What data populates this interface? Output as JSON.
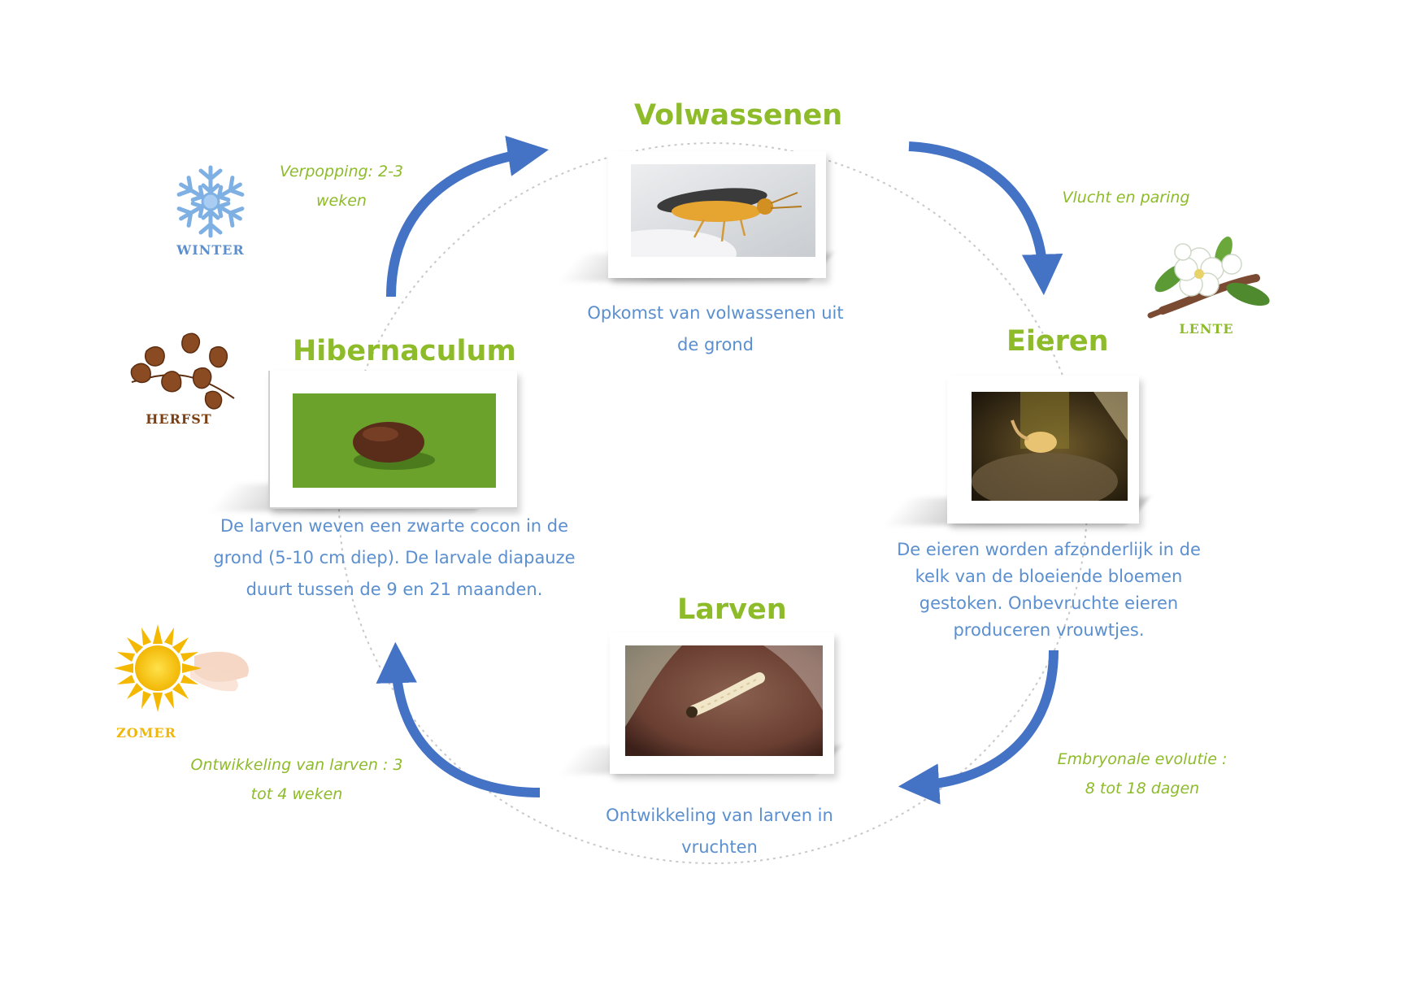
{
  "stages": {
    "volwassenen": {
      "title": "Volwassenen",
      "desc_lines": [
        "Opkomst van volwassenen uit",
        "de grond"
      ]
    },
    "eieren": {
      "title": "Eieren",
      "desc_lines": [
        "De eieren worden afzonderlijk in de",
        "kelk van de bloeiende bloemen",
        "gestoken. Onbevruchte eieren",
        "produceren vrouwtjes."
      ]
    },
    "larven": {
      "title": "Larven",
      "desc_lines": [
        "Ontwikkeling van larven in",
        "vruchten"
      ]
    },
    "hibernaculum": {
      "title": "Hibernaculum",
      "desc_lines": [
        "De larven weven een zwarte cocon in de",
        "grond (5-10 cm diep). De larvale diapauze",
        "duurt tussen de 9 en 21 maanden."
      ]
    }
  },
  "transitions": {
    "top_left": [
      "Verpopping: 2-3",
      "weken"
    ],
    "top_right": [
      "Vlucht en paring"
    ],
    "bottom_right": [
      "Embryonale evolutie :",
      "8 tot 18 dagen"
    ],
    "bottom_left": [
      "Ontwikkeling van larven : 3",
      "tot 4 weken"
    ]
  },
  "seasons": {
    "winter": {
      "label": "WINTER",
      "icon": "snowflake-icon",
      "color": "#5b8fcf"
    },
    "lente": {
      "label": "LENTE",
      "icon": "blossom-icon",
      "color": "#8dbb2a"
    },
    "herfst": {
      "label": "HERFST",
      "icon": "autumn-leaves-icon",
      "color": "#7a3f12"
    },
    "zomer": {
      "label": "ZOMER",
      "icon": "sun-icon",
      "color": "#f2b705"
    }
  },
  "colors": {
    "title": "#8dbb2a",
    "description": "#5b8fcf",
    "arrow": "#4472c4",
    "cycle_dots": "#c8c8c8"
  }
}
